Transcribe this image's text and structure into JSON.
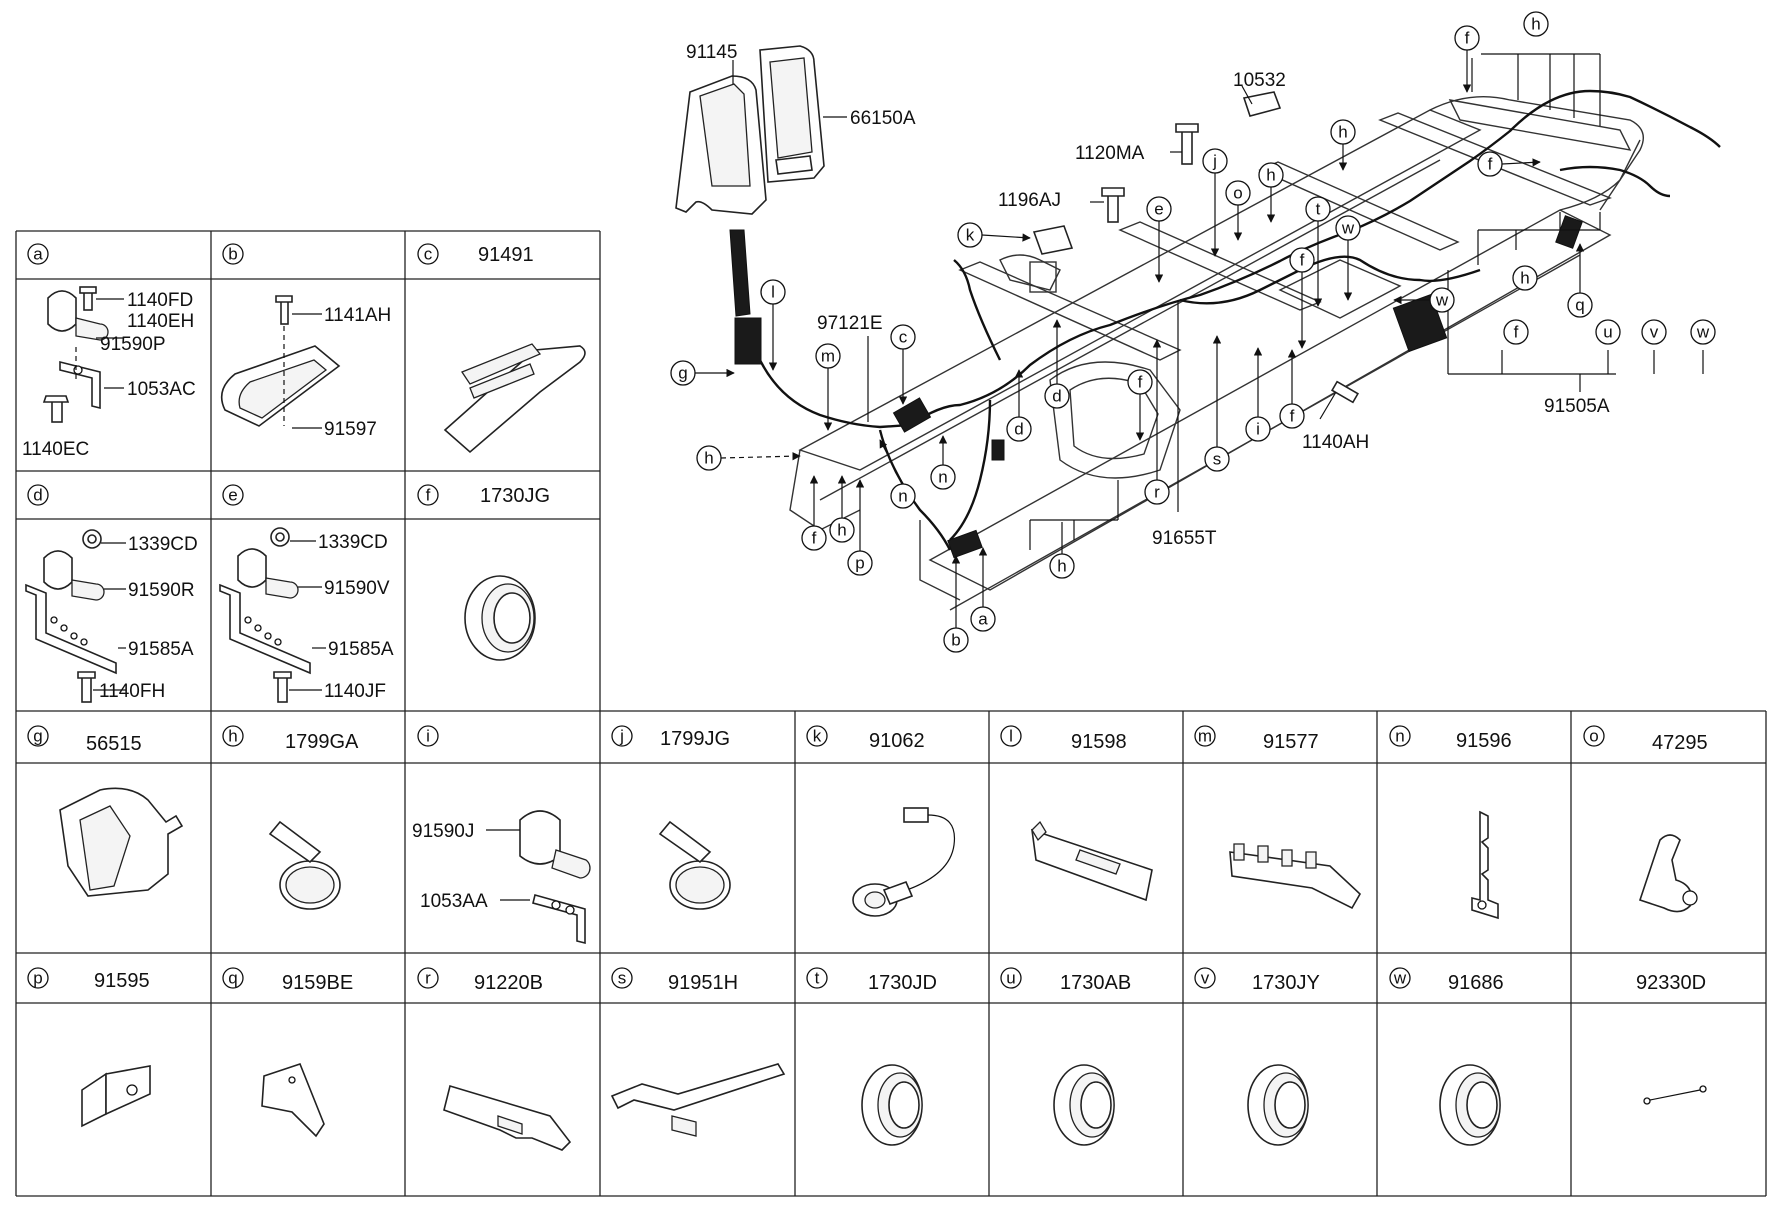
{
  "cells": {
    "a": {
      "letter": "a",
      "code": ""
    },
    "b": {
      "letter": "b",
      "code": ""
    },
    "c": {
      "letter": "c",
      "code": "91491"
    },
    "d": {
      "letter": "d",
      "code": ""
    },
    "e": {
      "letter": "e",
      "code": ""
    },
    "f": {
      "letter": "f",
      "code": "1730JG"
    },
    "g": {
      "letter": "g",
      "code": "56515"
    },
    "h": {
      "letter": "h",
      "code": "1799GA"
    },
    "i": {
      "letter": "i",
      "code": ""
    },
    "j": {
      "letter": "j",
      "code": "1799JG"
    },
    "k": {
      "letter": "k",
      "code": "91062"
    },
    "l": {
      "letter": "l",
      "code": "91598"
    },
    "m": {
      "letter": "m",
      "code": "91577"
    },
    "n": {
      "letter": "n",
      "code": "91596"
    },
    "o": {
      "letter": "o",
      "code": "47295"
    },
    "p": {
      "letter": "p",
      "code": "91595"
    },
    "q": {
      "letter": "q",
      "code": "9159BE"
    },
    "r": {
      "letter": "r",
      "code": "91220B"
    },
    "s": {
      "letter": "s",
      "code": "91951H"
    },
    "t": {
      "letter": "t",
      "code": "1730JD"
    },
    "u": {
      "letter": "u",
      "code": "1730AB"
    },
    "v": {
      "letter": "v",
      "code": "1730JY"
    },
    "w": {
      "letter": "w",
      "code": "91686"
    },
    "blank": {
      "letter": "",
      "code": "92330D"
    }
  },
  "cell_parts": {
    "a": [
      "1140FD",
      "1140EH",
      "91590P",
      "1053AC",
      "1140EC"
    ],
    "b": [
      "1141AH",
      "91597"
    ],
    "d": [
      "1339CD",
      "91590R",
      "91585A",
      "1140FH"
    ],
    "e": [
      "1339CD",
      "91590V",
      "91585A",
      "1140JF"
    ],
    "i": [
      "91590J",
      "1053AA"
    ]
  },
  "main_labels": {
    "p91145": "91145",
    "p66150A": "66150A",
    "p10532": "10532",
    "p1120MA": "1120MA",
    "p1196AJ": "1196AJ",
    "p97121E": "97121E",
    "p91505A": "91505A",
    "p1140AH": "1140AH",
    "p91655T": "91655T"
  },
  "callouts": [
    {
      "id": "h1",
      "letter": "h"
    },
    {
      "id": "f1",
      "letter": "f"
    },
    {
      "id": "f2",
      "letter": "f"
    },
    {
      "id": "h2",
      "letter": "h"
    },
    {
      "id": "o",
      "letter": "o"
    },
    {
      "id": "h3",
      "letter": "h"
    },
    {
      "id": "j",
      "letter": "j"
    },
    {
      "id": "k",
      "letter": "k"
    },
    {
      "id": "e",
      "letter": "e"
    },
    {
      "id": "t",
      "letter": "t"
    },
    {
      "id": "w1",
      "letter": "w"
    },
    {
      "id": "f3",
      "letter": "f"
    },
    {
      "id": "w2",
      "letter": "w"
    },
    {
      "id": "h4",
      "letter": "h"
    },
    {
      "id": "q",
      "letter": "q"
    },
    {
      "id": "f4",
      "letter": "f"
    },
    {
      "id": "u",
      "letter": "u"
    },
    {
      "id": "v",
      "letter": "v"
    },
    {
      "id": "w3",
      "letter": "w"
    },
    {
      "id": "l",
      "letter": "l"
    },
    {
      "id": "g",
      "letter": "g"
    },
    {
      "id": "m",
      "letter": "m"
    },
    {
      "id": "c",
      "letter": "c"
    },
    {
      "id": "h5",
      "letter": "h"
    },
    {
      "id": "d1",
      "letter": "d"
    },
    {
      "id": "d2",
      "letter": "d"
    },
    {
      "id": "f5",
      "letter": "f"
    },
    {
      "id": "i",
      "letter": "i"
    },
    {
      "id": "f6",
      "letter": "f"
    },
    {
      "id": "s",
      "letter": "s"
    },
    {
      "id": "r",
      "letter": "r"
    },
    {
      "id": "n1",
      "letter": "n"
    },
    {
      "id": "n2",
      "letter": "n"
    },
    {
      "id": "f7",
      "letter": "f"
    },
    {
      "id": "h6",
      "letter": "h"
    },
    {
      "id": "p",
      "letter": "p"
    },
    {
      "id": "h7",
      "letter": "h"
    },
    {
      "id": "b",
      "letter": "b"
    },
    {
      "id": "a",
      "letter": "a"
    }
  ]
}
